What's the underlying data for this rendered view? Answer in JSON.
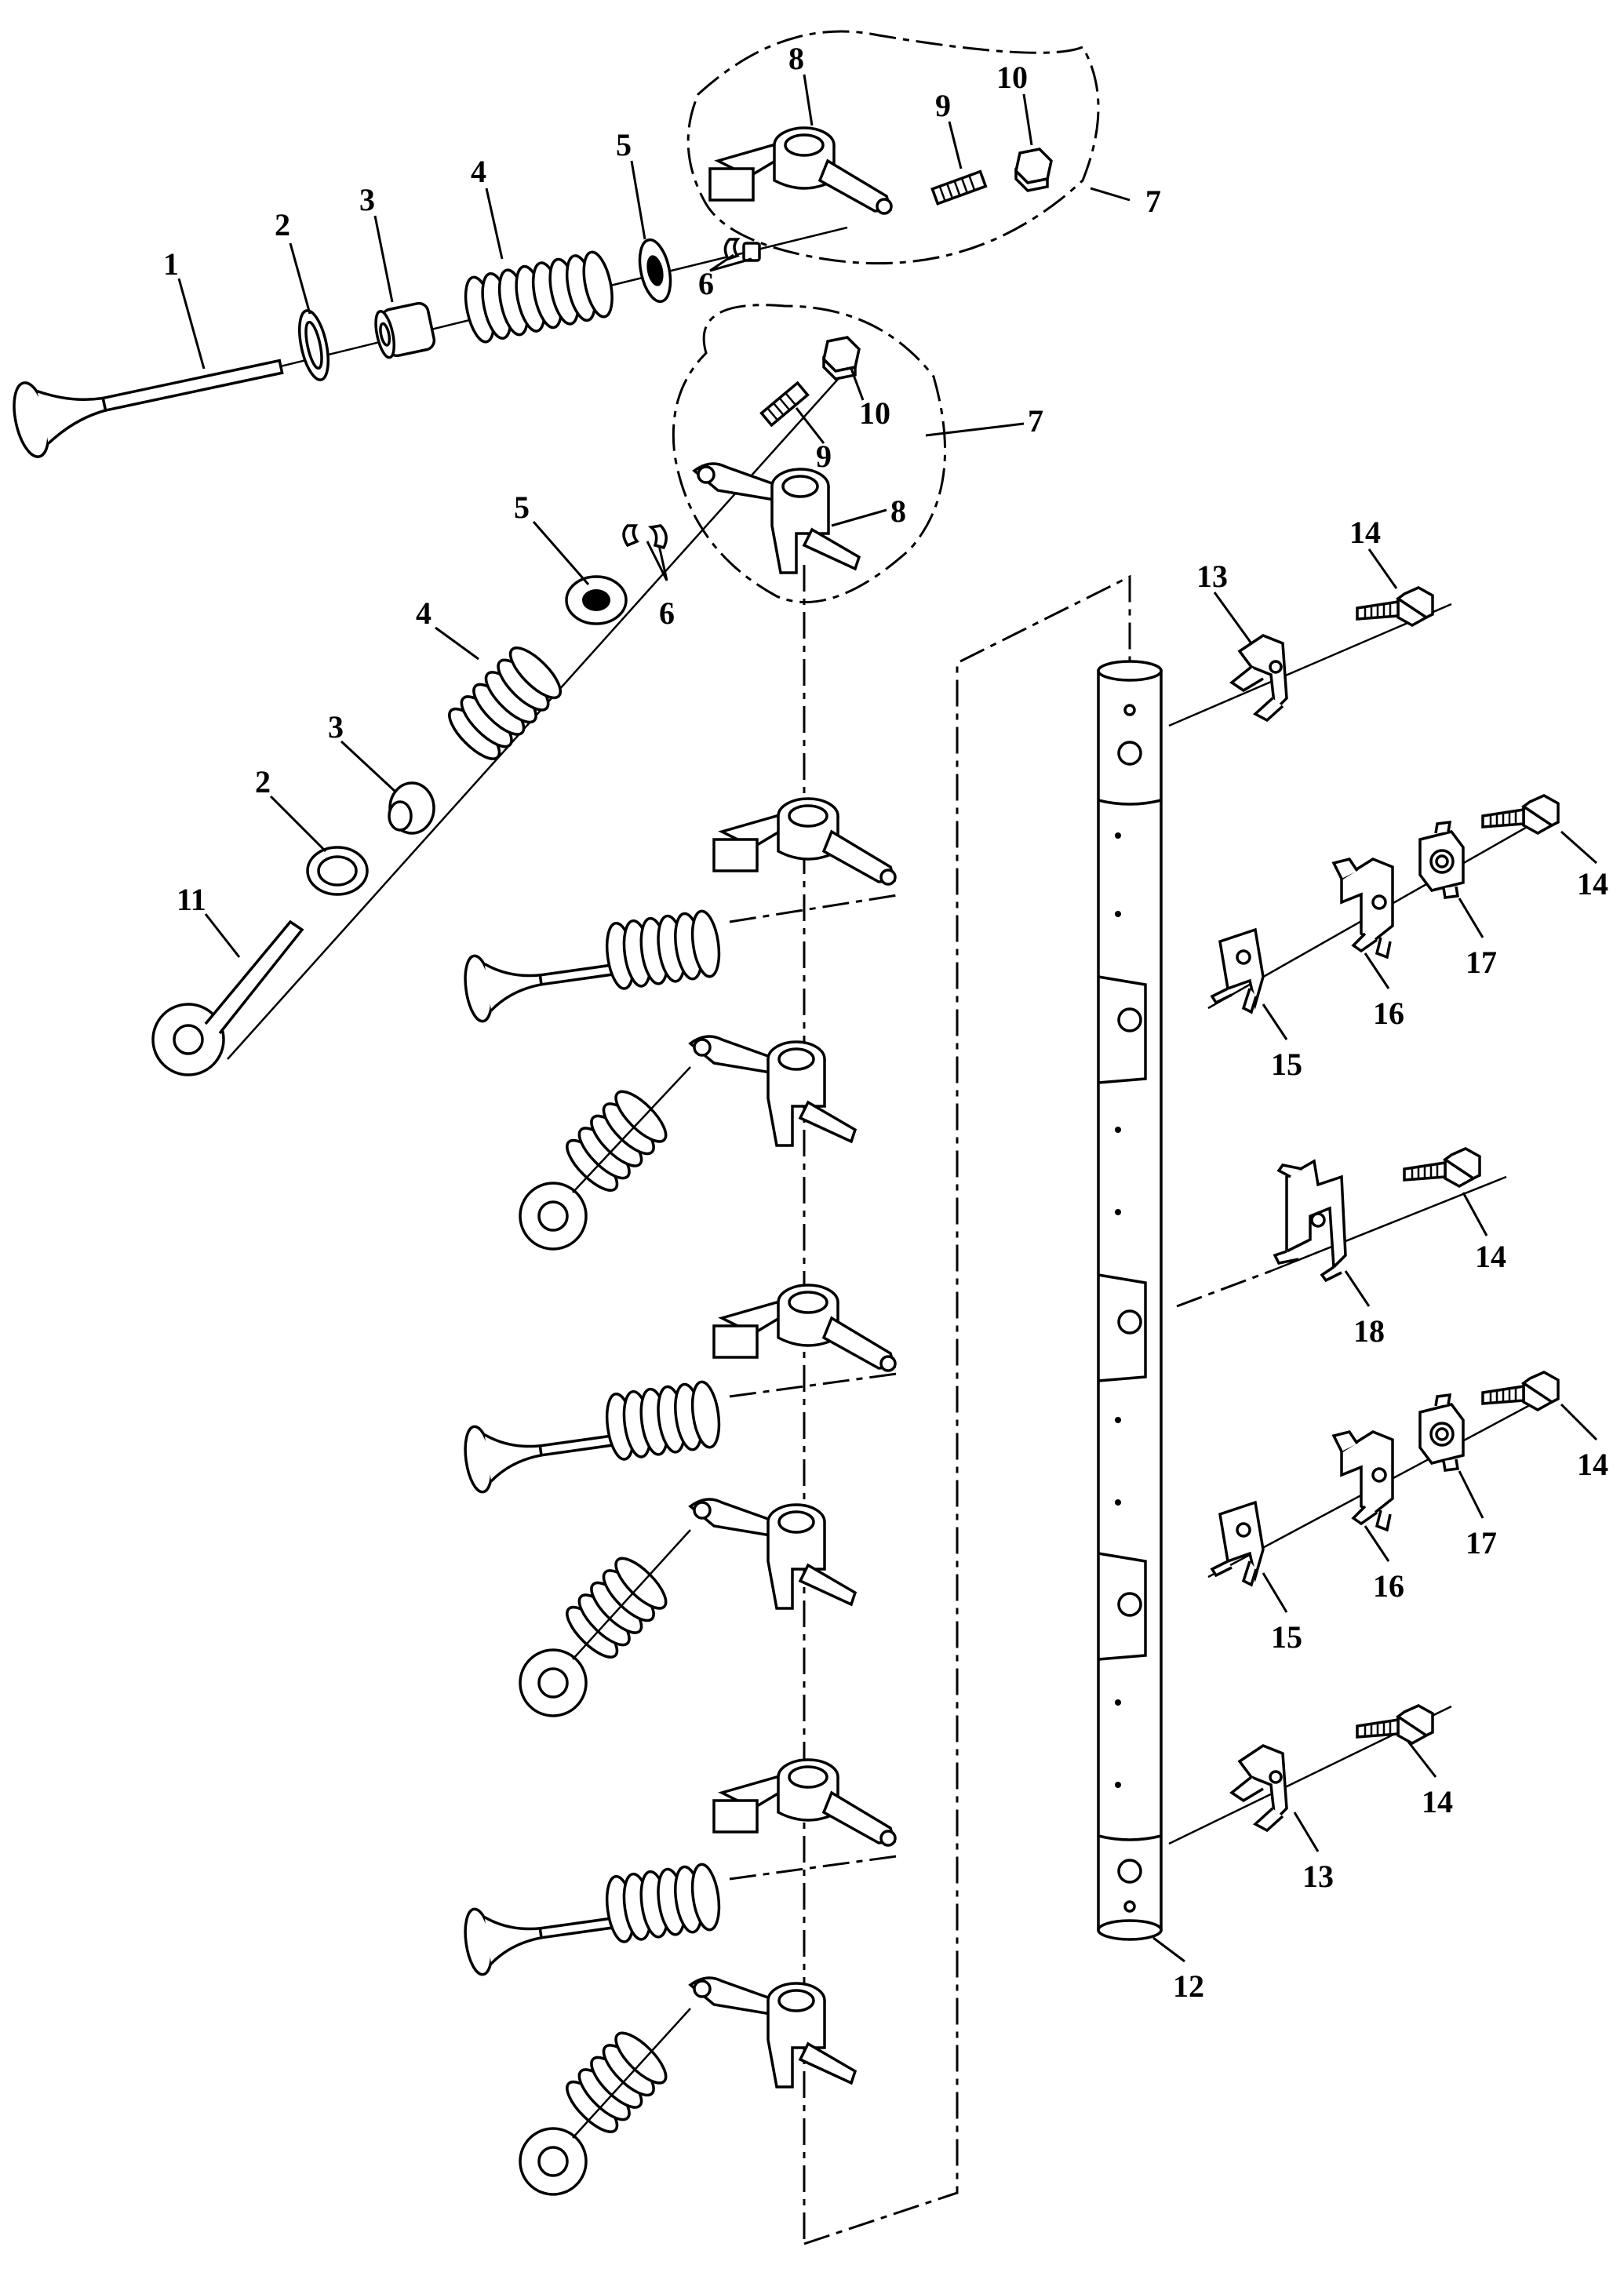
{
  "diagram": {
    "labels": {
      "part_1": "1",
      "part_2": "2",
      "part_3": "3",
      "part_4": "4",
      "part_5": "5",
      "part_6": "6",
      "part_7": "7",
      "part_8": "8",
      "part_9": "9",
      "part_10": "10",
      "part_11": "11",
      "part_12": "12",
      "part_13": "13",
      "part_14": "14",
      "part_15": "15",
      "part_16": "16",
      "part_17": "17",
      "part_18": "18"
    },
    "line_color": "#000000",
    "background": "#ffffff"
  }
}
